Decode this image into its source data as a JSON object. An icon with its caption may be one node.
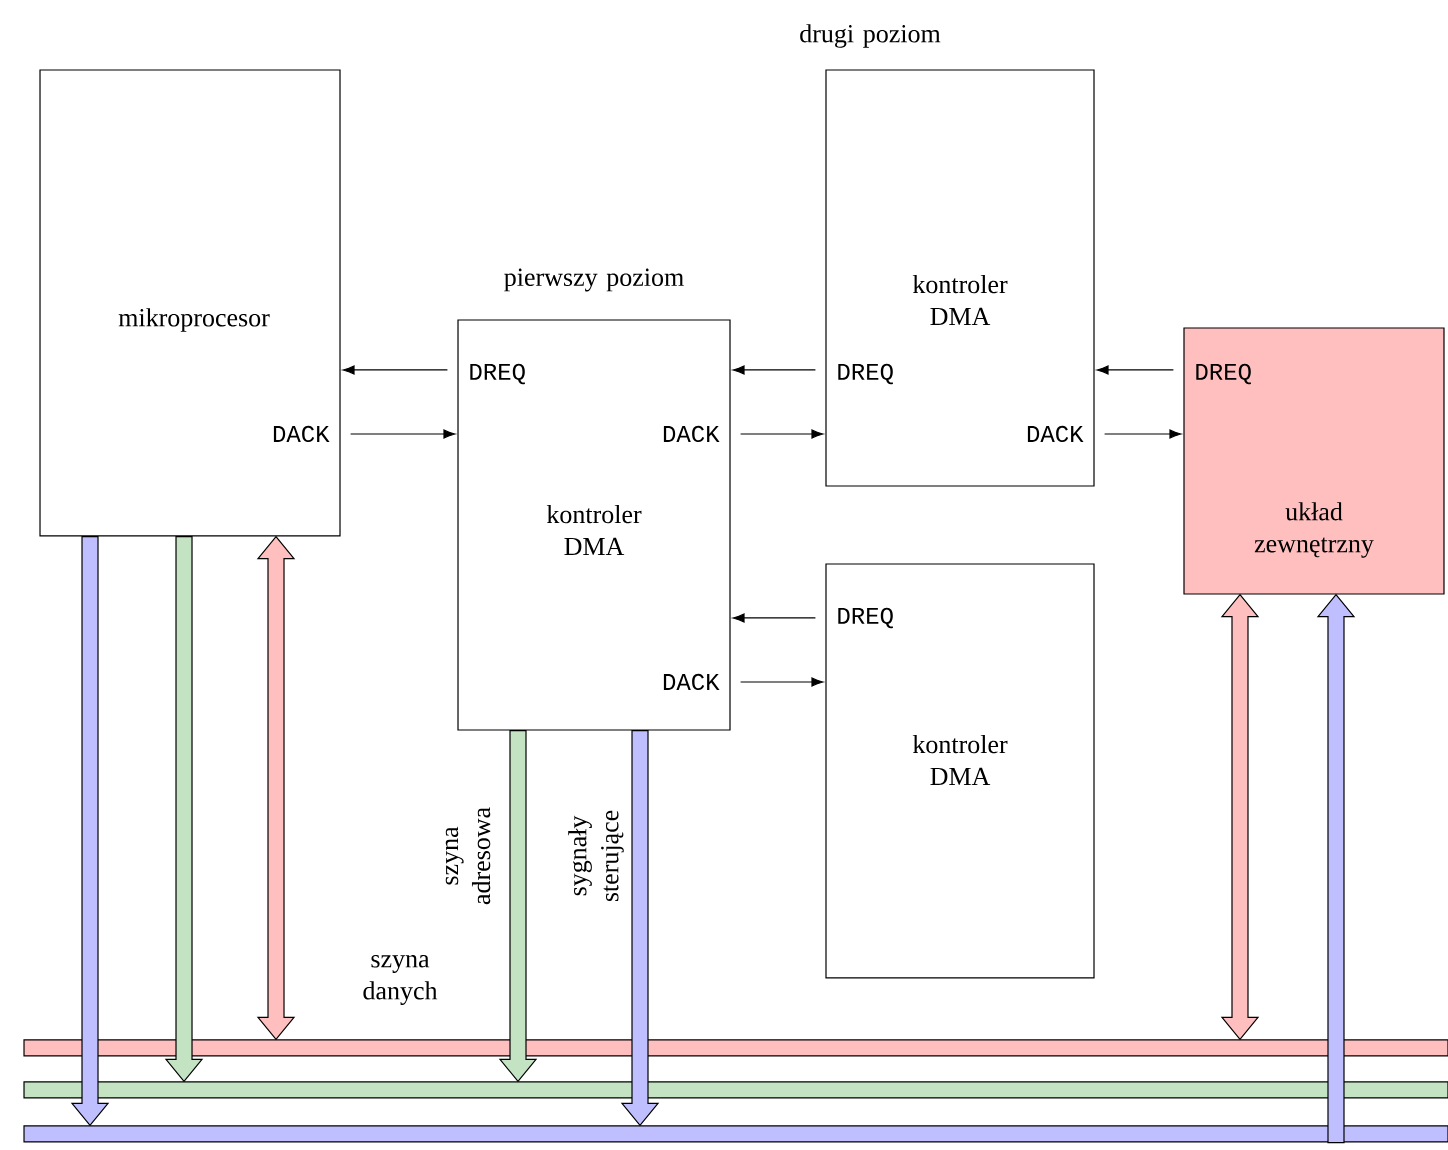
{
  "diagram": {
    "nodes": [
      {
        "text": [
          "mikroprocesor",
          "DACK"
        ]
      },
      {
        "text": [
          "DREQ",
          "DACK",
          "kontroler DMA",
          "DACK"
        ],
        "beside": [
          "pierwszy poziom"
        ]
      },
      {
        "text": [
          "kontroler DMA",
          "DREQ",
          "DACK"
        ],
        "beside": [
          "drugi poziom"
        ]
      },
      {
        "text": [
          "DREQ",
          "kontroler DMA"
        ]
      },
      {
        "text": [
          "DREQ",
          "układ zewnętrzny"
        ]
      },
      {
        "text": [],
        "shape": "bar",
        "beside": [
          "szyna danych"
        ]
      },
      {
        "text": [],
        "shape": "bar"
      },
      {
        "text": [],
        "shape": "bar"
      }
    ],
    "edges": [
      {
        "from": 1,
        "to": 0,
        "arrow": "to"
      },
      {
        "from": 0,
        "to": 1,
        "arrow": "to"
      },
      {
        "from": 2,
        "to": 1,
        "arrow": "to"
      },
      {
        "from": 1,
        "to": 2,
        "arrow": "to"
      },
      {
        "from": 4,
        "to": 2,
        "arrow": "to"
      },
      {
        "from": 2,
        "to": 4,
        "arrow": "to"
      },
      {
        "from": 3,
        "to": 1,
        "arrow": "to"
      },
      {
        "from": 1,
        "to": 3,
        "arrow": "to"
      },
      {
        "from": 0,
        "to": 7,
        "arrow": "to",
        "style": "thick",
        "color": "#bfbfff"
      },
      {
        "from": 0,
        "to": 6,
        "arrow": "to",
        "style": "thick",
        "color": "#c3e3c3"
      },
      {
        "from": 0,
        "to": 5,
        "arrow": "both",
        "style": "thick",
        "color": "#ffbfbf"
      },
      {
        "from": 1,
        "to": 6,
        "arrow": "to",
        "style": "thick",
        "color": "#c3e3c3",
        "label": "szyna adresowa"
      },
      {
        "from": 1,
        "to": 7,
        "arrow": "to",
        "style": "thick",
        "color": "#bfbfff",
        "label": "sygnały sterujące"
      },
      {
        "from": 4,
        "to": 5,
        "arrow": "both",
        "style": "thick",
        "color": "#ffbfbf"
      },
      {
        "from": 7,
        "to": 4,
        "arrow": "to",
        "style": "thick",
        "color": "#bfbfff"
      }
    ]
  }
}
